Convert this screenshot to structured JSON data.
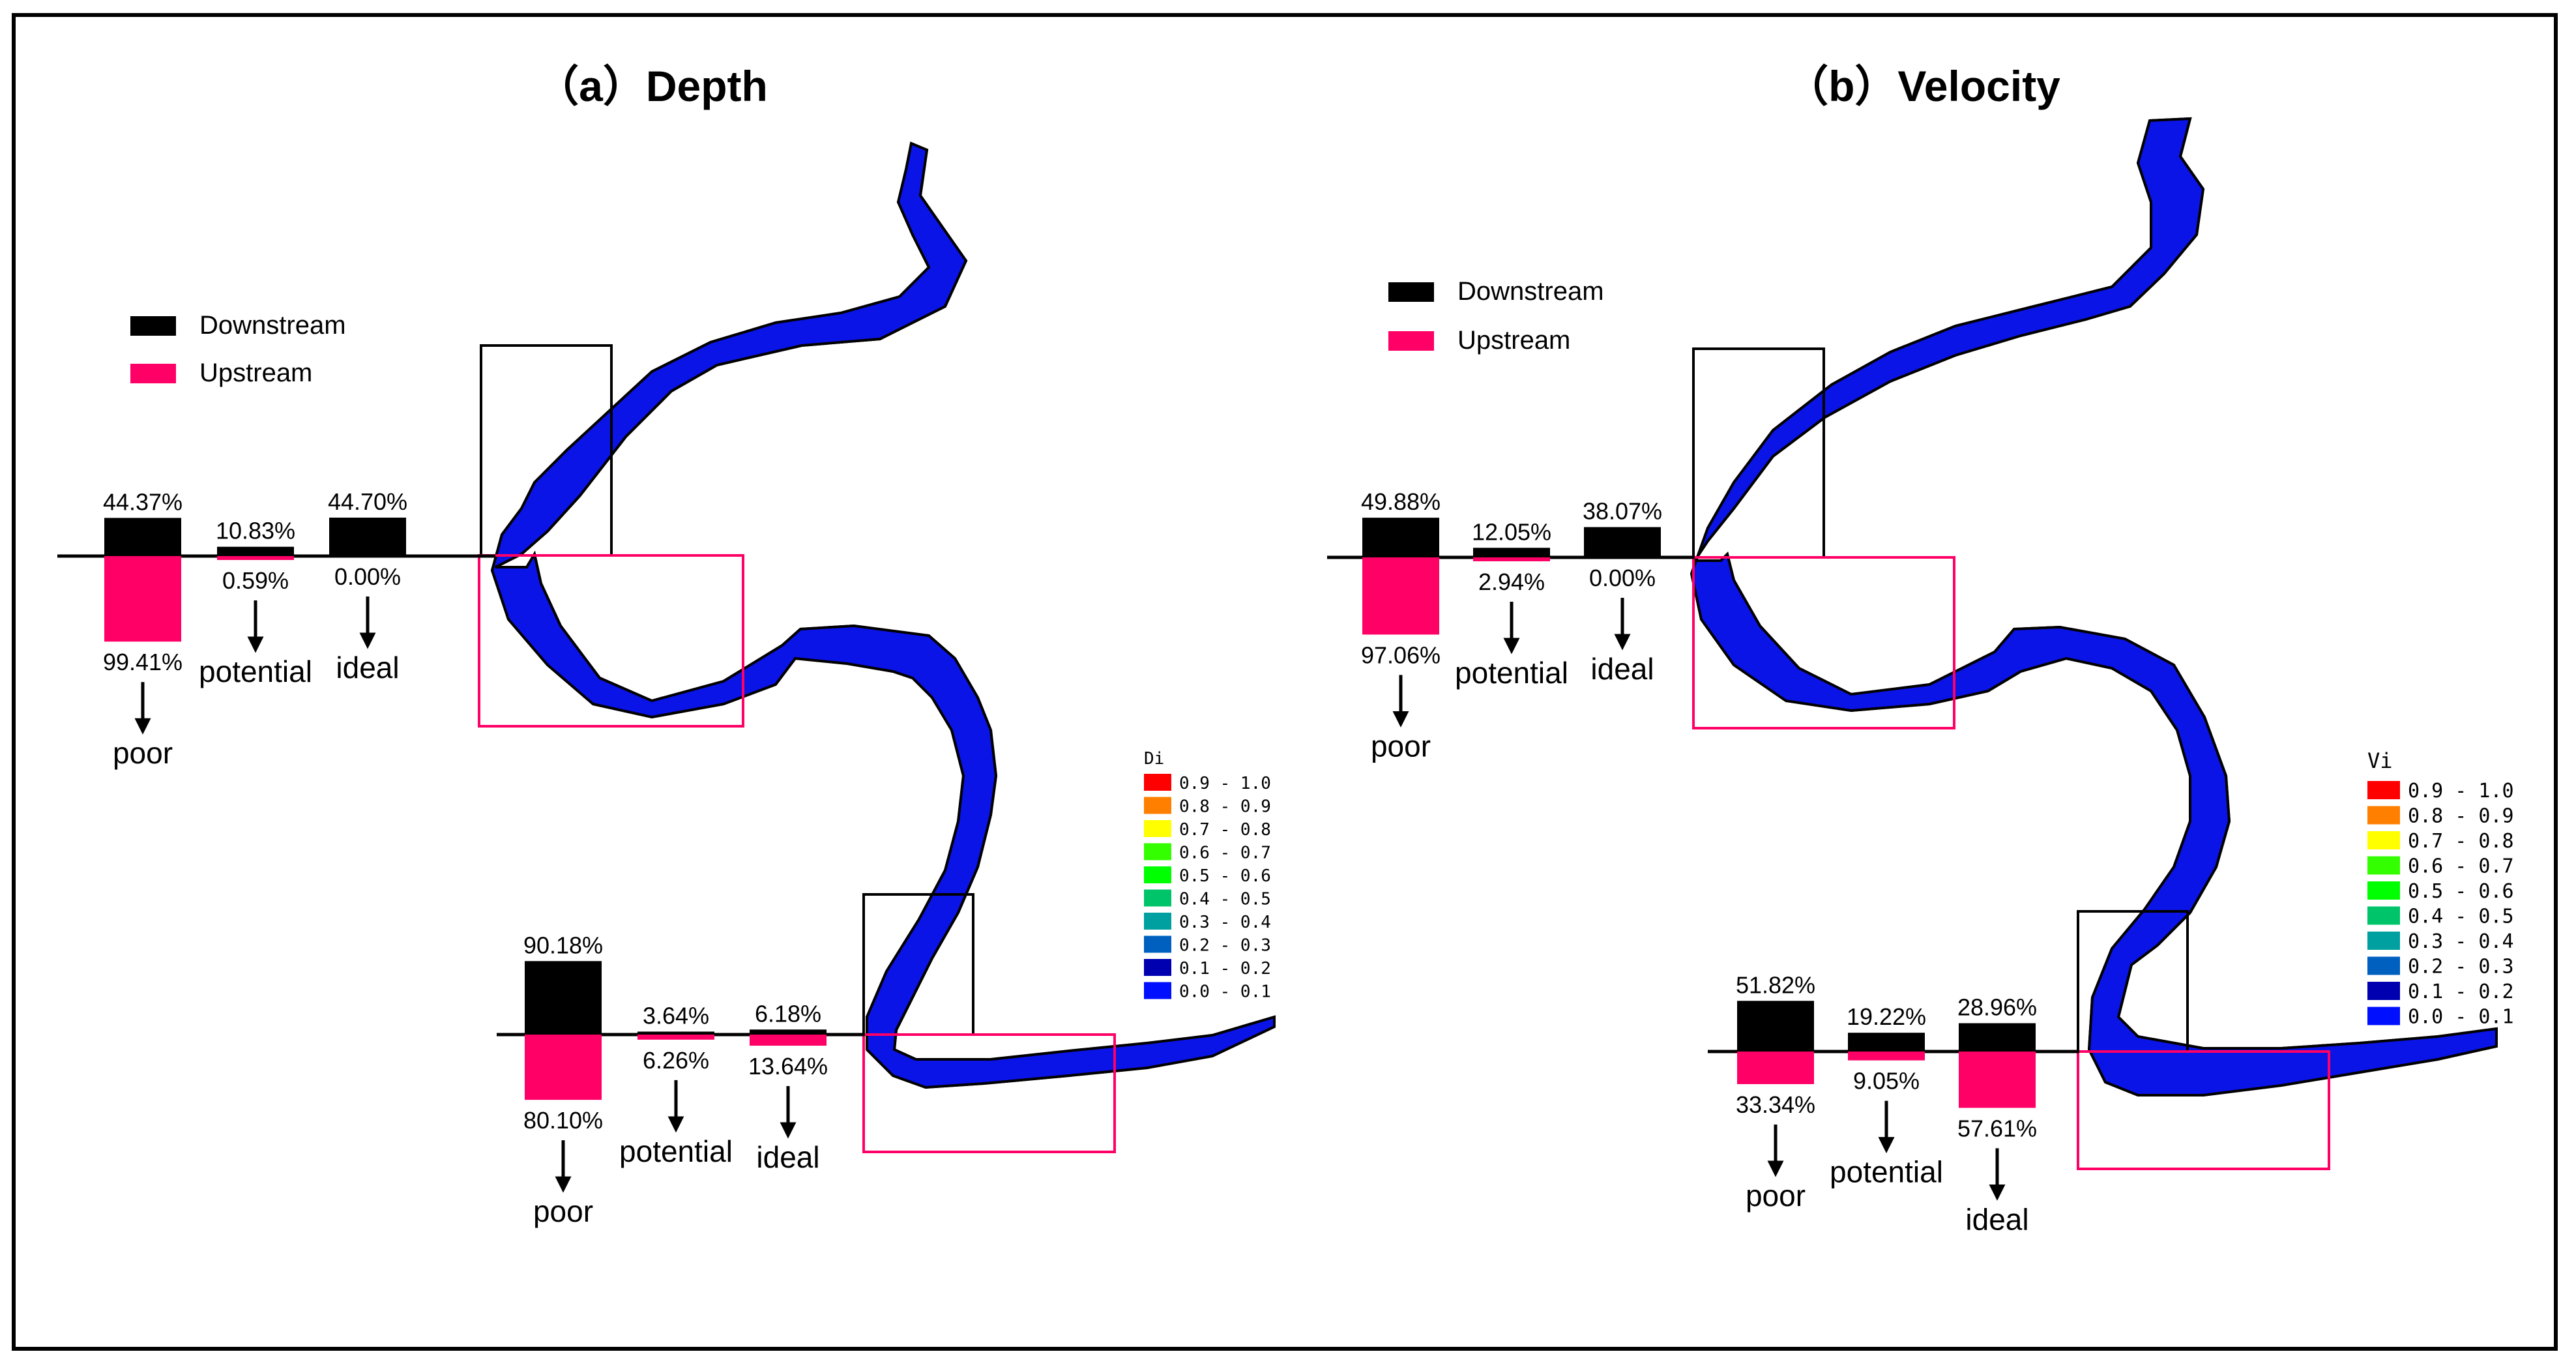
{
  "figure": {
    "depth_title": "（a）Depth",
    "velocity_title": "（b）Velocity"
  },
  "colors": {
    "downstream": "#000000",
    "upstream": "#ff0066",
    "river_base": "#0a14e6"
  },
  "legends": {
    "series": [
      "Downstream",
      "Upstream"
    ],
    "depth_scale_title": "Di",
    "velocity_scale_title": "Vi",
    "scale_items": [
      {
        "label": "0.9 - 1.0",
        "color": "#ff0000"
      },
      {
        "label": "0.8 - 0.9",
        "color": "#ff8000"
      },
      {
        "label": "0.7 - 0.8",
        "color": "#ffff00"
      },
      {
        "label": "0.6 - 0.7",
        "color": "#33ff00"
      },
      {
        "label": "0.5 - 0.6",
        "color": "#00ff00"
      },
      {
        "label": "0.4 - 0.5",
        "color": "#00c46a"
      },
      {
        "label": "0.3 - 0.4",
        "color": "#00a0a0"
      },
      {
        "label": "0.2 - 0.3",
        "color": "#0060c0"
      },
      {
        "label": "0.1 - 0.2",
        "color": "#0000b0"
      },
      {
        "label": "0.0 - 0.1",
        "color": "#0010ff"
      }
    ]
  },
  "chart_data": [
    {
      "panel": "(a) Depth",
      "type": "bar",
      "region": "upper",
      "categories": [
        "poor",
        "potential",
        "ideal"
      ],
      "series": [
        {
          "name": "Downstream",
          "values": [
            44.37,
            10.83,
            44.7
          ],
          "labels": [
            "44.37%",
            "10.83%",
            "44.70%"
          ]
        },
        {
          "name": "Upstream",
          "values": [
            99.41,
            0.59,
            0.0
          ],
          "labels": [
            "99.41%",
            "0.59%",
            "0.00%"
          ]
        }
      ]
    },
    {
      "panel": "(a) Depth",
      "type": "bar",
      "region": "lower",
      "categories": [
        "poor",
        "potential",
        "ideal"
      ],
      "series": [
        {
          "name": "Downstream",
          "values": [
            90.18,
            3.64,
            6.18
          ],
          "labels": [
            "90.18%",
            "3.64%",
            "6.18%"
          ]
        },
        {
          "name": "Upstream",
          "values": [
            80.1,
            6.26,
            13.64
          ],
          "labels": [
            "80.10%",
            "6.26%",
            "13.64%"
          ]
        }
      ]
    },
    {
      "panel": "(b) Velocity",
      "type": "bar",
      "region": "upper",
      "categories": [
        "poor",
        "potential",
        "ideal"
      ],
      "series": [
        {
          "name": "Downstream",
          "values": [
            49.88,
            12.05,
            38.07
          ],
          "labels": [
            "49.88%",
            "12.05%",
            "38.07%"
          ]
        },
        {
          "name": "Upstream",
          "values": [
            97.06,
            2.94,
            0.0
          ],
          "labels": [
            "97.06%",
            "2.94%",
            "0.00%"
          ]
        }
      ]
    },
    {
      "panel": "(b) Velocity",
      "type": "bar",
      "region": "lower",
      "categories": [
        "poor",
        "potential",
        "ideal"
      ],
      "series": [
        {
          "name": "Downstream",
          "values": [
            51.82,
            19.22,
            28.96
          ],
          "labels": [
            "51.82%",
            "19.22%",
            "28.96%"
          ]
        },
        {
          "name": "Upstream",
          "values": [
            33.34,
            9.05,
            57.61
          ],
          "labels": [
            "33.34%",
            "9.05%",
            "57.61%"
          ]
        }
      ]
    }
  ]
}
